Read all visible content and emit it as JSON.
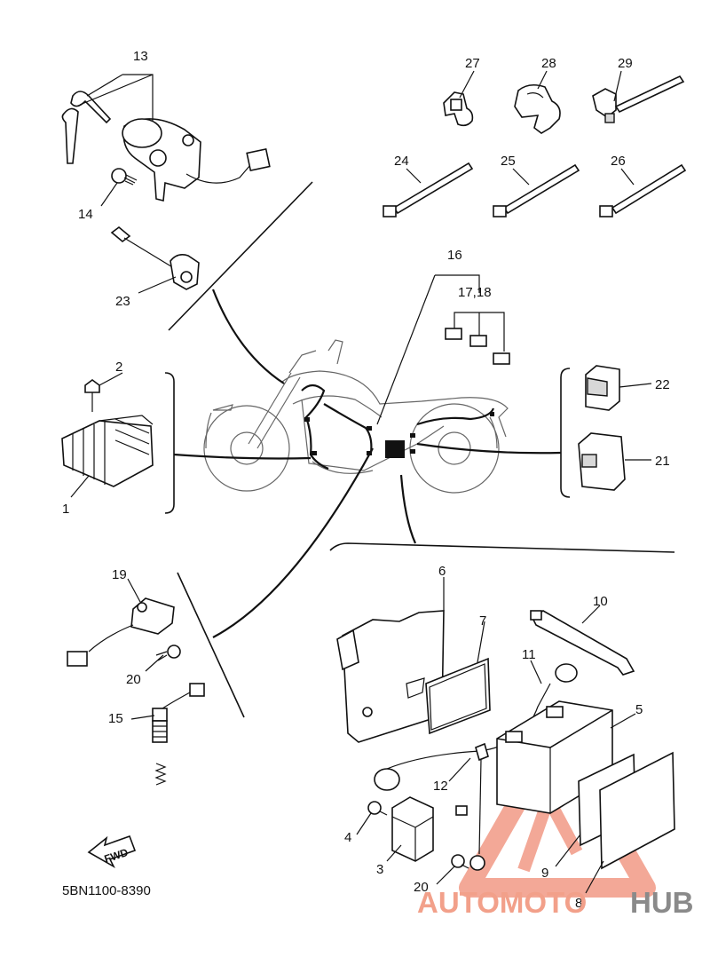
{
  "diagram": {
    "code": "5BN1100-8390",
    "fwd_label": "FWD",
    "callouts": {
      "c1": "1",
      "c2": "2",
      "c3": "3",
      "c4": "4",
      "c5": "5",
      "c6": "6",
      "c7": "7",
      "c8": "8",
      "c9": "9",
      "c10": "10",
      "c11": "11",
      "c12": "12",
      "c13": "13",
      "c14": "14",
      "c15": "15",
      "c16": "16",
      "c17_18": "17,18",
      "c19": "19",
      "c20a": "20",
      "c20b": "20",
      "c21": "21",
      "c22": "22",
      "c23": "23",
      "c24": "24",
      "c25": "25",
      "c26": "26",
      "c27": "27",
      "c28": "28",
      "c29": "29"
    }
  },
  "watermark": {
    "text_part1": "AUTOMOTO",
    "text_part2": "HUB",
    "accent_color": "#f2a08a",
    "gray_color": "#8a8a8a",
    "logo": "triangle-logo"
  }
}
